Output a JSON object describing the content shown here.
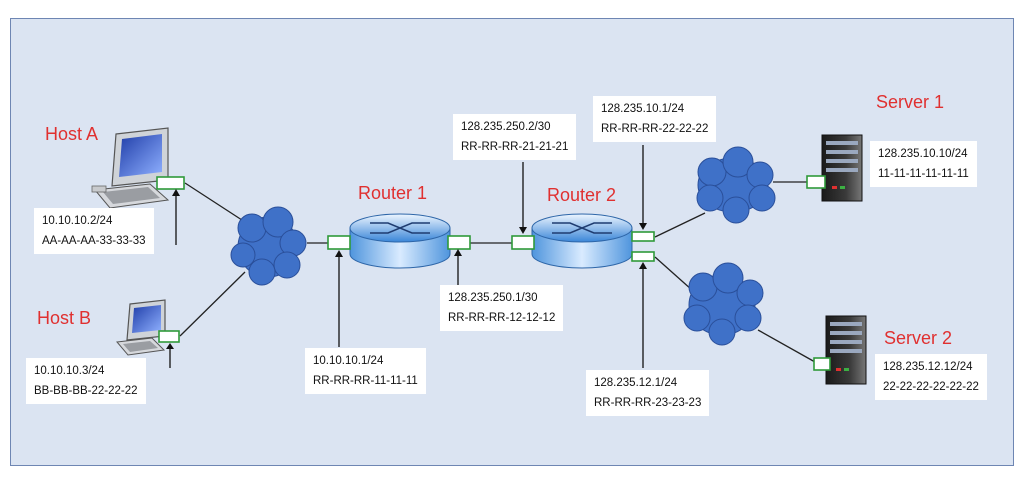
{
  "colors": {
    "background": "#dbe4f2",
    "title_text": "#e03030",
    "interface": "#3cb043",
    "cloud": "#3f71c8"
  },
  "nodes": {
    "host_a": {
      "title": "Host A",
      "ip": "10.10.10.2/24",
      "mac": "AA-AA-AA-33-33-33"
    },
    "host_b": {
      "title": "Host B",
      "ip": "10.10.10.3/24",
      "mac": "BB-BB-BB-22-22-22"
    },
    "router_1": {
      "title": "Router 1",
      "left_if": {
        "ip": "10.10.10.1/24",
        "mac": "RR-RR-RR-11-11-11"
      },
      "right_if": {
        "ip": "128.235.250.1/30",
        "mac": "RR-RR-RR-12-12-12"
      }
    },
    "router_2": {
      "title": "Router 2",
      "left_if": {
        "ip": "128.235.250.2/30",
        "mac": "RR-RR-RR-21-21-21"
      },
      "upper_if": {
        "ip": "128.235.10.1/24",
        "mac": "RR-RR-RR-22-22-22"
      },
      "lower_if": {
        "ip": "128.235.12.1/24",
        "mac": "RR-RR-RR-23-23-23"
      }
    },
    "server_1": {
      "title": "Server 1",
      "ip": "128.235.10.10/24",
      "mac": "11-11-11-11-11-11"
    },
    "server_2": {
      "title": "Server 2",
      "ip": "128.235.12.12/24",
      "mac": "22-22-22-22-22-22"
    }
  }
}
